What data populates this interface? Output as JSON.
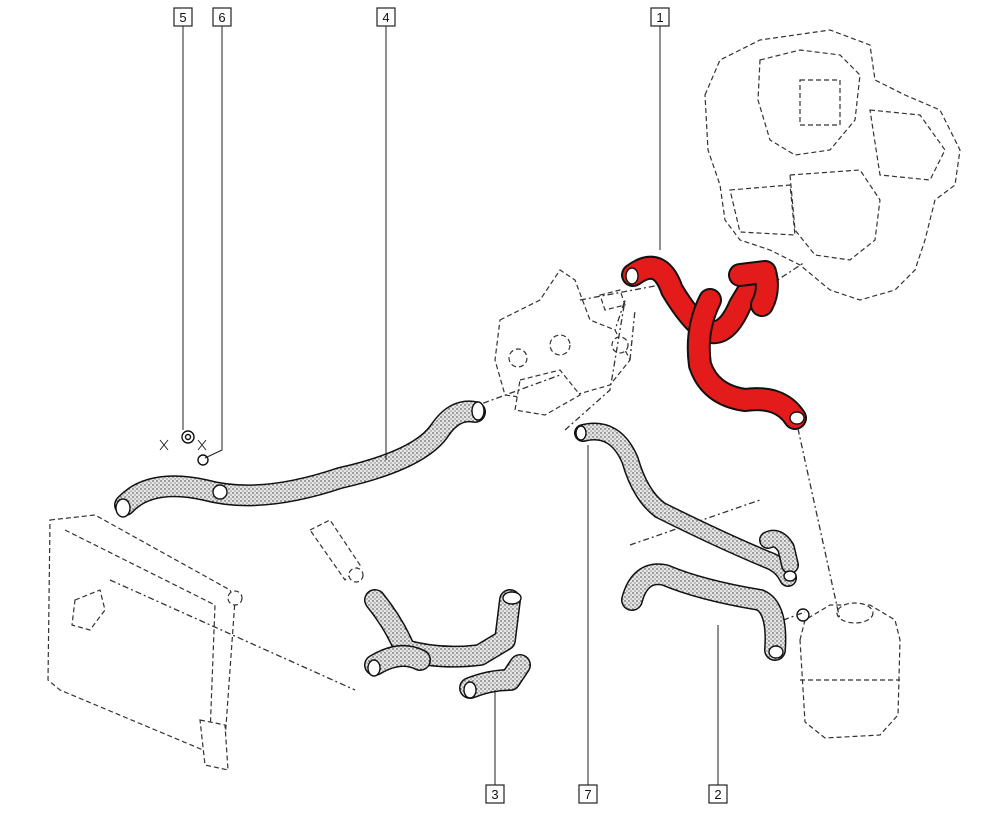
{
  "callouts": [
    {
      "id": "1",
      "label": "1"
    },
    {
      "id": "2",
      "label": "2"
    },
    {
      "id": "3",
      "label": "3"
    },
    {
      "id": "4",
      "label": "4"
    },
    {
      "id": "5",
      "label": "5"
    },
    {
      "id": "6",
      "label": "6"
    },
    {
      "id": "7",
      "label": "7"
    }
  ],
  "colors": {
    "highlight_hose": "#e31b1b",
    "stippled_hose": "#d9d9d9",
    "line": "#222222"
  }
}
